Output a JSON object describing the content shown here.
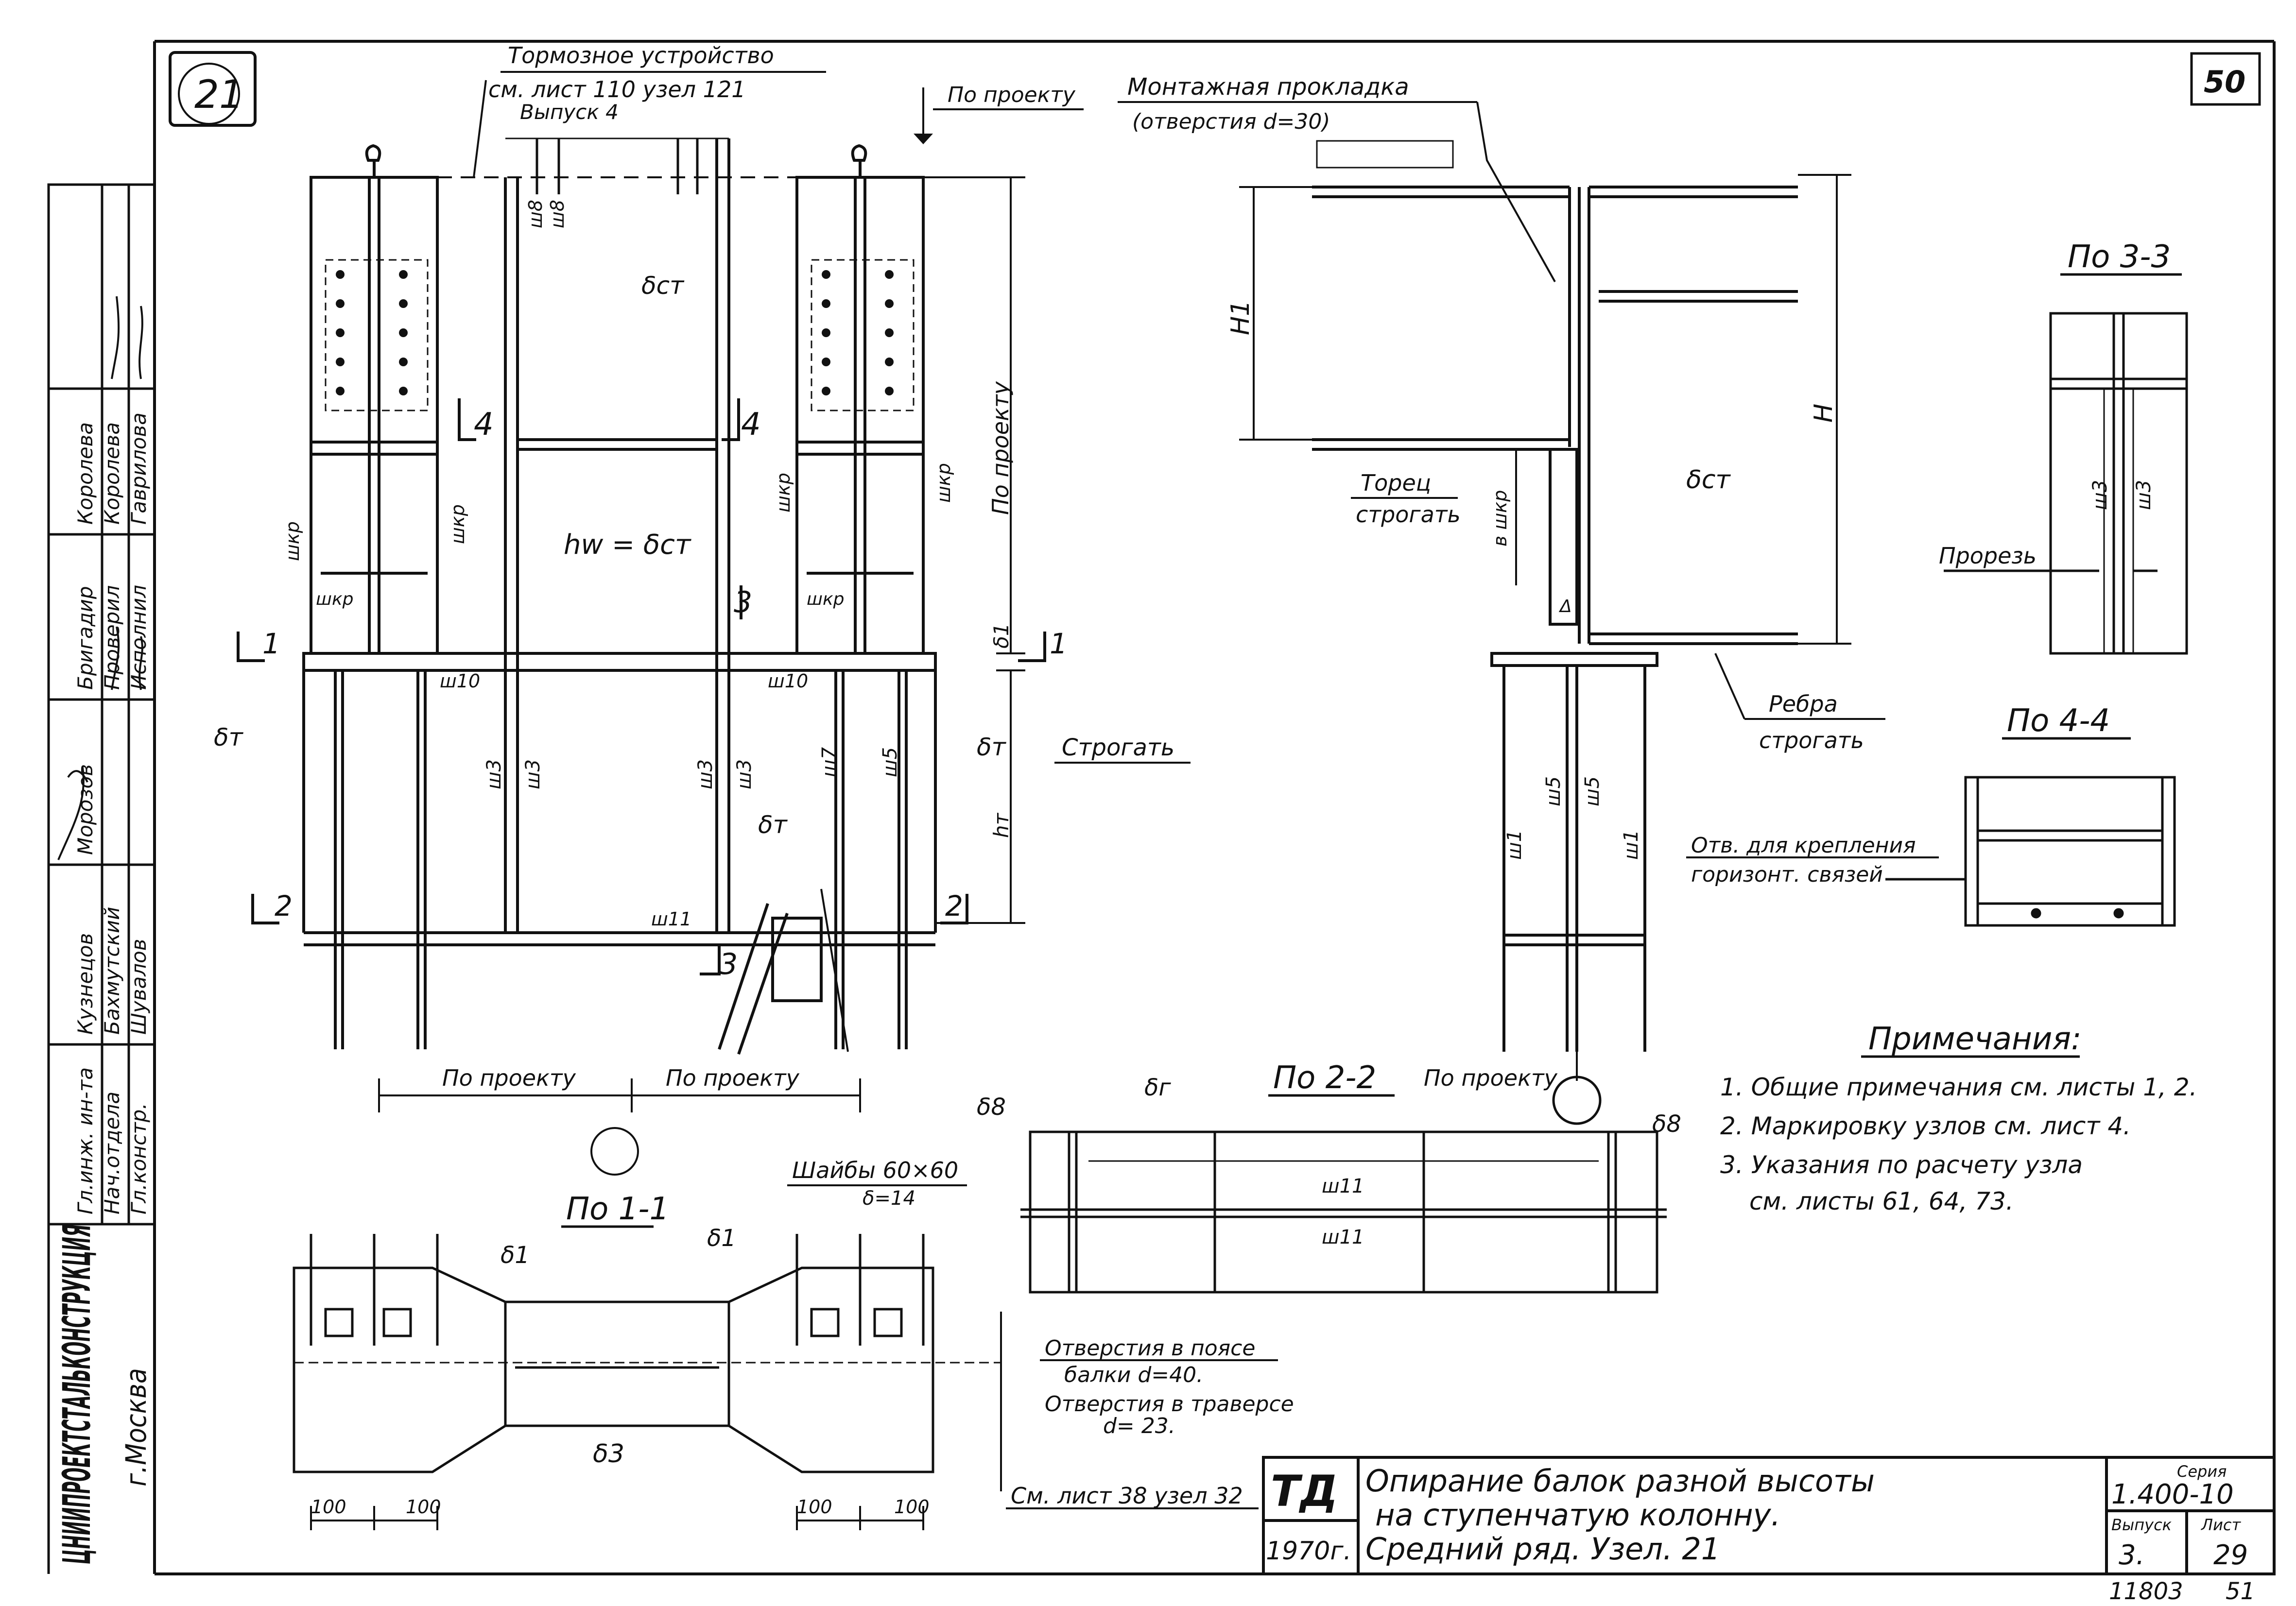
{
  "sheet": {
    "node_badge": "21",
    "sheet_number": "50",
    "bottom_numbers": [
      "11803",
      "51"
    ]
  },
  "labels": {
    "brake_title": "Тормозное устройство",
    "brake_ref": "см. лист 110 узел 121",
    "brake_issue": "Выпуск 4",
    "po_proektu_top": "По проекту",
    "mount_pad": "Монтажная прокладка",
    "mount_holes": "(отверстия d=30)",
    "delta_st": "δст",
    "delta_st_right": "δст",
    "hw_eq": "hw = δст",
    "sh8a": "ш8",
    "sh8b": "ш8",
    "shkr": "шкр",
    "sec4": "4",
    "sec3": "3",
    "sec1": "1",
    "sec2": "2",
    "po_proektu_vert": "По проекту",
    "delta_1": "δ1",
    "delta_t": "δт",
    "stroгat": "Строгать",
    "h_t": "hт",
    "sh10": "ш10",
    "sh3": "ш3",
    "sh7": "ш7",
    "sh5": "ш5",
    "sh11": "ш11",
    "sh1": "ш1",
    "torets": "Торец",
    "torets2": "строгать",
    "b_shkr": "в шкр",
    "delta_small": "Δ",
    "H1": "H1",
    "H": "H",
    "rebra": "Ребра",
    "rebra2": "строгать",
    "po_proektu_l": "По проекту",
    "po_proektu_r": "По проекту",
    "view_33": "По 3-3",
    "prorez": "Прорезь",
    "view_44": "По 4-4",
    "otv_kr1": "Отв. для крепления",
    "otv_kr2": "горизонт. связей",
    "view_22": "По 2-2",
    "delta_8": "δ8",
    "delta_2": "δг",
    "view_11": "По 1-1",
    "shaiby1": "Шайбы 60×60",
    "shaiby2": "δ=14",
    "delta_3": "δ3",
    "otv_poyas1": "Отверстия в поясе",
    "otv_poyas2": "балки d=40.",
    "otv_trav1": "Отверстия в траверсе",
    "otv_trav2": "d= 23.",
    "dim100": "100",
    "see_sheet": "См. лист 38 узел 32"
  },
  "notes": {
    "title": "Примечания:",
    "items": [
      "1. Общие примечания см. листы 1, 2.",
      "2. Маркировку узлов см. лист 4.",
      "3. Указания по расчету узла",
      "см. листы 61, 64, 73."
    ]
  },
  "title_block": {
    "logo": "ТД",
    "year": "1970г.",
    "line1": "Опирание балок разной высоты",
    "line2": "на ступенчатую колонну.",
    "line3": "Средний ряд. Узел. 21",
    "series_label": "Серия",
    "series": "1.400-10",
    "issue_label": "Выпуск",
    "issue": "3.",
    "sheet_label": "Лист",
    "sheet": "29"
  },
  "stamp": {
    "org1": "ЦНИИПРОЕКТСТАЛЬКОНСТРУКЦИЯ",
    "org2": "г.Москва",
    "roles": [
      "Гл.инж. ин-та",
      "Нач.отдела",
      "Гл.констр.",
      "Бригадир",
      "Проверил",
      "Исполнил"
    ],
    "names": [
      "Кузнецов",
      "Бахмутский",
      "Шувалов",
      "Морозов",
      "Королева",
      "Королева",
      "Гаврилова"
    ]
  }
}
